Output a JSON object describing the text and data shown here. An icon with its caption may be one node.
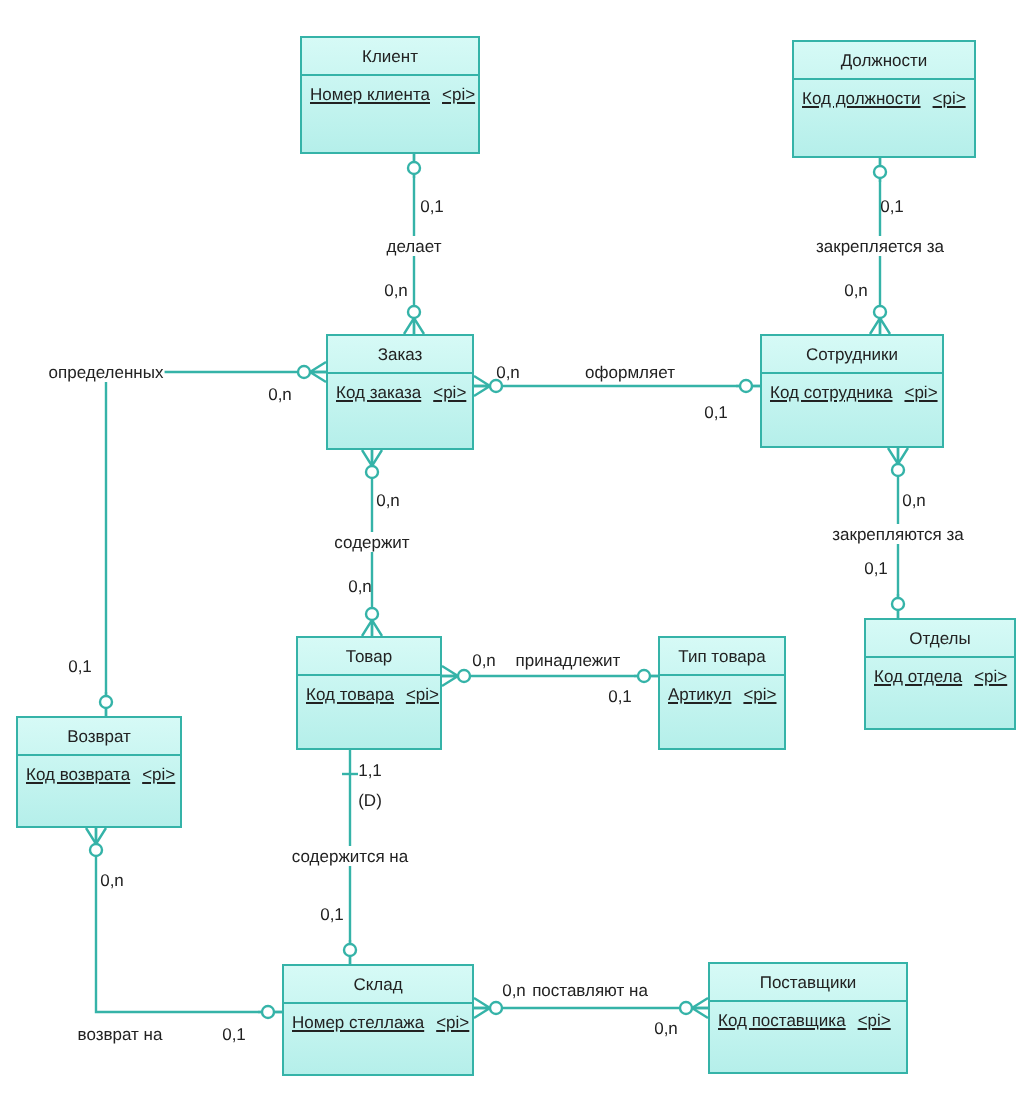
{
  "diagram": {
    "nodes": [
      {
        "text": [
          "Клиент",
          "Номер клиента",
          "<pi>"
        ]
      },
      {
        "text": [
          "Должности",
          "Код должности",
          "<pi>"
        ]
      },
      {
        "text": [
          "Заказ",
          "Код заказа",
          "<pi>"
        ]
      },
      {
        "text": [
          "Сотрудники",
          "Код сотрудника",
          "<pi>"
        ]
      },
      {
        "text": [
          "Товар",
          "Код товара",
          "<pi>"
        ]
      },
      {
        "text": [
          "Тип товара",
          "Артикул",
          "<pi>"
        ]
      },
      {
        "text": [
          "Отделы",
          "Код отдела",
          "<pi>"
        ]
      },
      {
        "text": [
          "Возврат",
          "Код возврата",
          "<pi>"
        ]
      },
      {
        "text": [
          "Склад",
          "Номер стеллажа",
          "<pi>"
        ]
      },
      {
        "text": [
          "Поставщики",
          "Код поставщика",
          "<pi>"
        ]
      }
    ],
    "edges": [
      {
        "from": 0,
        "to": 2,
        "arrow": "other",
        "label": "делает"
      },
      {
        "from": 1,
        "to": 3,
        "arrow": "other",
        "label": "закрепляется за"
      },
      {
        "from": 2,
        "to": 3,
        "arrow": "other",
        "label": "оформляет"
      },
      {
        "from": 3,
        "to": 6,
        "arrow": "other",
        "label": "закрепляются за"
      },
      {
        "from": 2,
        "to": 4,
        "arrow": "other",
        "label": "содержит"
      },
      {
        "from": 2,
        "to": 7,
        "arrow": "other",
        "label": "определенных"
      },
      {
        "from": 4,
        "to": 5,
        "arrow": "other",
        "label": "принадлежит"
      },
      {
        "from": 4,
        "to": 8,
        "arrow": "other",
        "label": "содержится на"
      },
      {
        "from": 7,
        "to": 8,
        "arrow": "other",
        "label": "возврат на"
      },
      {
        "from": 8,
        "to": 9,
        "arrow": "other",
        "label": "поставляют на"
      }
    ],
    "labels": [
      "0,1",
      "0,1",
      "0,n",
      "0,n",
      "0,n",
      "0,n",
      "0,1",
      "0,n",
      "0,n",
      "0,1",
      "0,n",
      "0,n",
      "0,1",
      "0,1",
      "1,1",
      "(D)",
      "0,n",
      "0,1",
      "0,n",
      "0,n",
      "0,1"
    ]
  }
}
